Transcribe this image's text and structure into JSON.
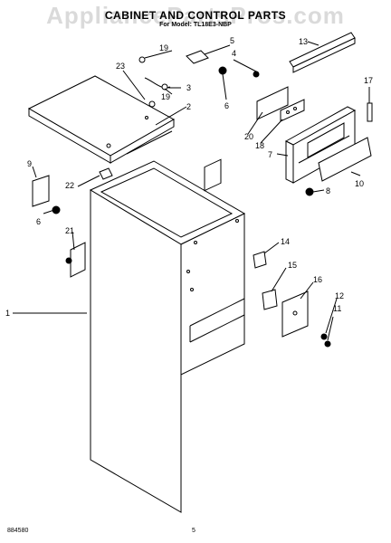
{
  "header": {
    "title": "CABINET AND CONTROL PARTS",
    "subtitle": "For Model: TL18E3-NBP",
    "watermark": "AppliancePartsPros.com"
  },
  "footer": {
    "doc_number": "884580",
    "page_number": "5"
  },
  "callouts": [
    "1",
    "2",
    "3",
    "4",
    "5",
    "6",
    "6",
    "7",
    "8",
    "9",
    "10",
    "11",
    "12",
    "13",
    "14",
    "15",
    "16",
    "17",
    "18",
    "19",
    "19",
    "20",
    "21",
    "22",
    "23"
  ]
}
